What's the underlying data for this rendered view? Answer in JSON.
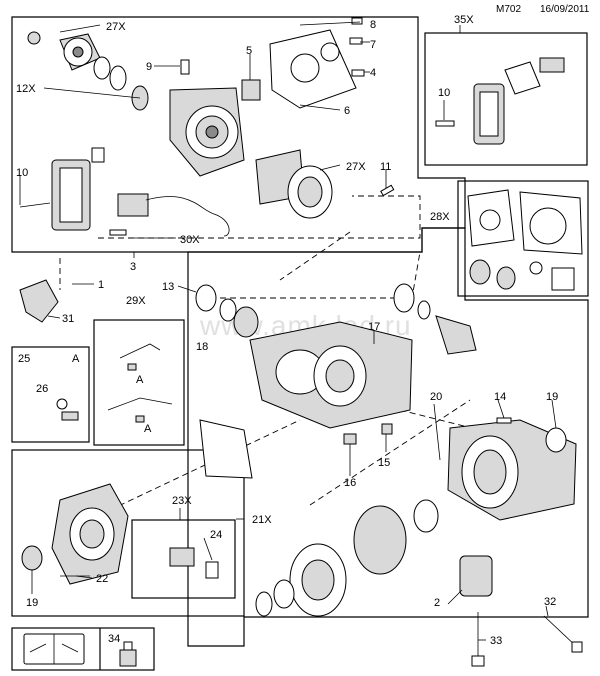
{
  "header": {
    "code": "M702",
    "date": "16/09/2011"
  },
  "watermark": "www.amk.lad.ru",
  "colors": {
    "line": "#000000",
    "paper": "#ffffff",
    "shade": "#d9d9d9",
    "watermark": "#c8c8c8"
  },
  "labels": {
    "l8": "8",
    "l27x_a": "27X",
    "l7": "7",
    "l9": "9",
    "l5": "5",
    "l4": "4",
    "l12x": "12X",
    "l6": "6",
    "l10_a": "10",
    "l27x_b": "27X",
    "l11": "11",
    "l30x": "30X",
    "l3": "3",
    "l35x": "35X",
    "l10_b": "10",
    "l28x": "28X",
    "l1": "1",
    "l31": "31",
    "l13": "13",
    "l29x": "29X",
    "l17": "17",
    "l18": "18",
    "l25": "25",
    "lA_box": "A",
    "l26": "26",
    "lA_1": "A",
    "lA_2": "A",
    "l20": "20",
    "l14": "14",
    "l19_a": "19",
    "l16": "16",
    "l15": "15",
    "l23x": "23X",
    "l21x": "21X",
    "l24": "24",
    "l22": "22",
    "l19_b": "19",
    "l2": "2",
    "l32": "32",
    "l34": "34",
    "l33": "33"
  },
  "icons": [
    "book-wrench-icon",
    "grease-gun-icon"
  ]
}
